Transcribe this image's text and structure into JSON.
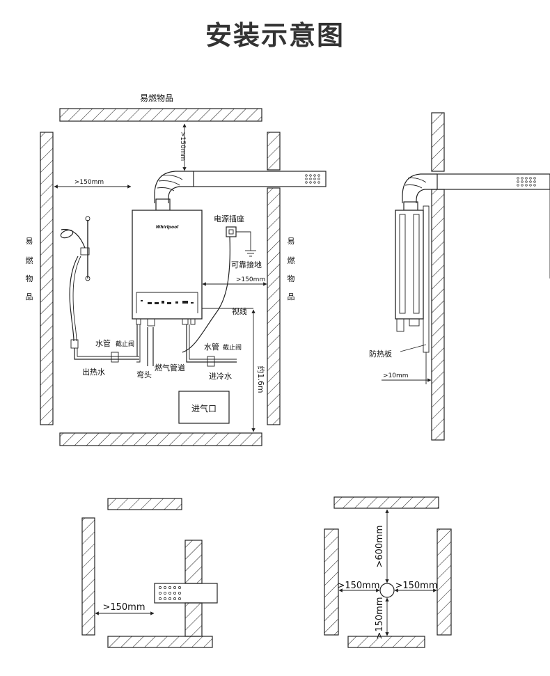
{
  "title": "安装示意图",
  "main": {
    "top_label": "易燃物品",
    "left_label": [
      "易",
      "燃",
      "物",
      "品"
    ],
    "right_label": [
      "易",
      "燃",
      "物",
      "品"
    ],
    "dim_top": ">150mm",
    "dim_left": ">150mm",
    "dim_right": ">150mm",
    "socket": "电源插座",
    "ground": "可靠接地",
    "sightline": "视线",
    "height": "约1.6m",
    "water_pipe_left": "水管",
    "valve_left": "截止阀",
    "hot_out": "出热水",
    "elbow": "弯头",
    "gas_pipe": "燃气管道",
    "water_pipe_right": "水管",
    "valve_right": "截止阀",
    "cold_in": "进冷水",
    "air_inlet": "进气口"
  },
  "side": {
    "heat_shield": "防热板",
    "gap": ">10mm"
  },
  "bottom_left": {
    "dim": ">150mm"
  },
  "bottom_right": {
    "top": ">600mm",
    "left": ">150mm",
    "right": ">150mm",
    "bottom": ">150mm"
  }
}
